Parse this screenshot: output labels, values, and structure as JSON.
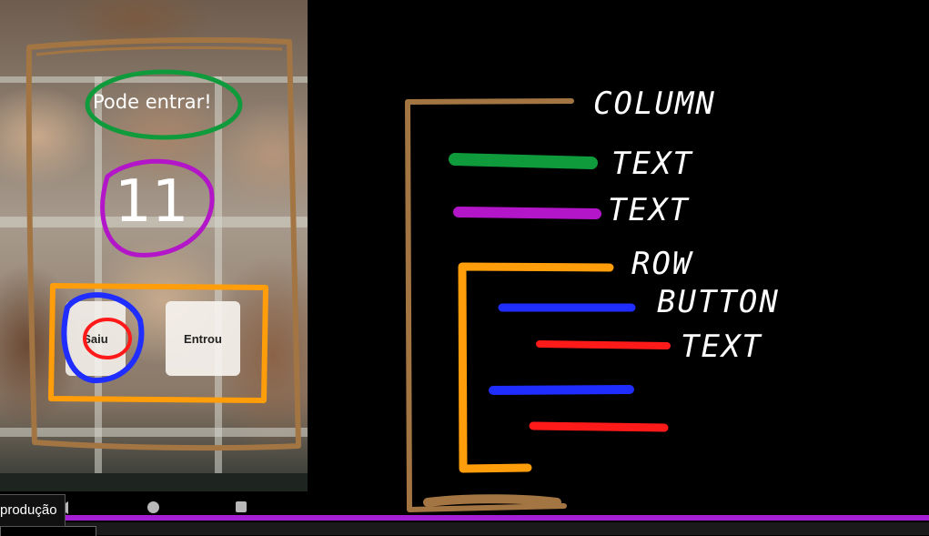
{
  "phone": {
    "title": "Pode entrar!",
    "count": "11",
    "buttons": {
      "left_label": "Saiu",
      "right_label": "Entrou"
    },
    "nav": {
      "back_icon": "back-triangle-icon",
      "home_icon": "home-circle-icon",
      "recent_icon": "recent-square-icon"
    }
  },
  "diagram": {
    "labels": [
      "COLUMN",
      "TEXT",
      "TEXT",
      "ROW",
      "BUTTON",
      "TEXT"
    ]
  },
  "caption": {
    "text": "produção"
  },
  "colors": {
    "column": "#a37543",
    "title_text": "#0f9a3c",
    "counter_text": "#b315c8",
    "row": "#ff9d0a",
    "button": "#1f2dff",
    "button_text": "#ff1a1a",
    "progress": "#a51fd6"
  }
}
